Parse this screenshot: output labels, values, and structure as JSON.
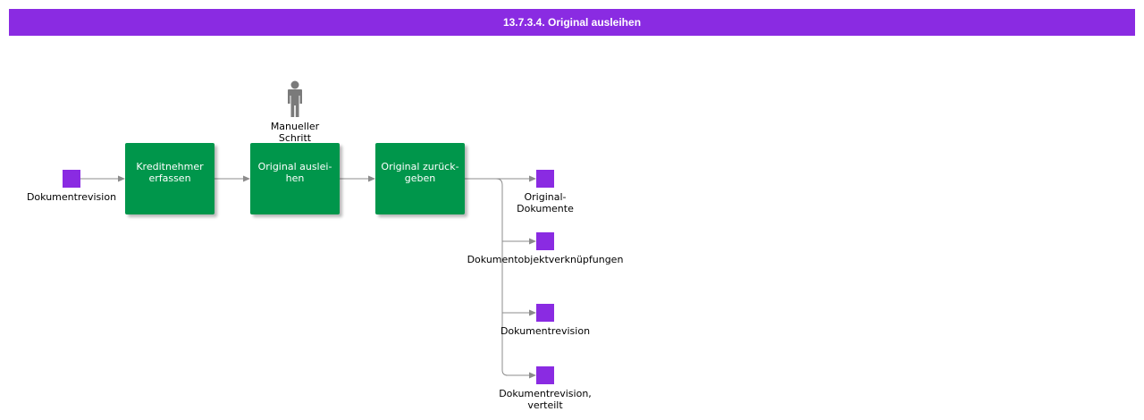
{
  "header": {
    "title": "13.7.3.4. Original ausleihen"
  },
  "colors": {
    "header": "#8a2be2",
    "step": "#00964b",
    "object": "#8a2be2",
    "connector": "#8c8c8c"
  },
  "icons": {
    "role": "person-icon"
  },
  "process": {
    "input": {
      "label": "Dokumentrevision"
    },
    "steps": [
      {
        "label": "Kreditnehmer\nerfassen"
      },
      {
        "label": "Original auslei-\nhen"
      },
      {
        "label": "Original zurück-\ngeben"
      }
    ],
    "role": {
      "label": "Manueller\nSchritt"
    },
    "outputs": [
      {
        "label": "Original-\nDokumente"
      },
      {
        "label": "Dokumentobjektverknüpfungen"
      },
      {
        "label": "Dokumentrevision"
      },
      {
        "label": "Dokumentrevision,\nverteilt"
      }
    ]
  }
}
